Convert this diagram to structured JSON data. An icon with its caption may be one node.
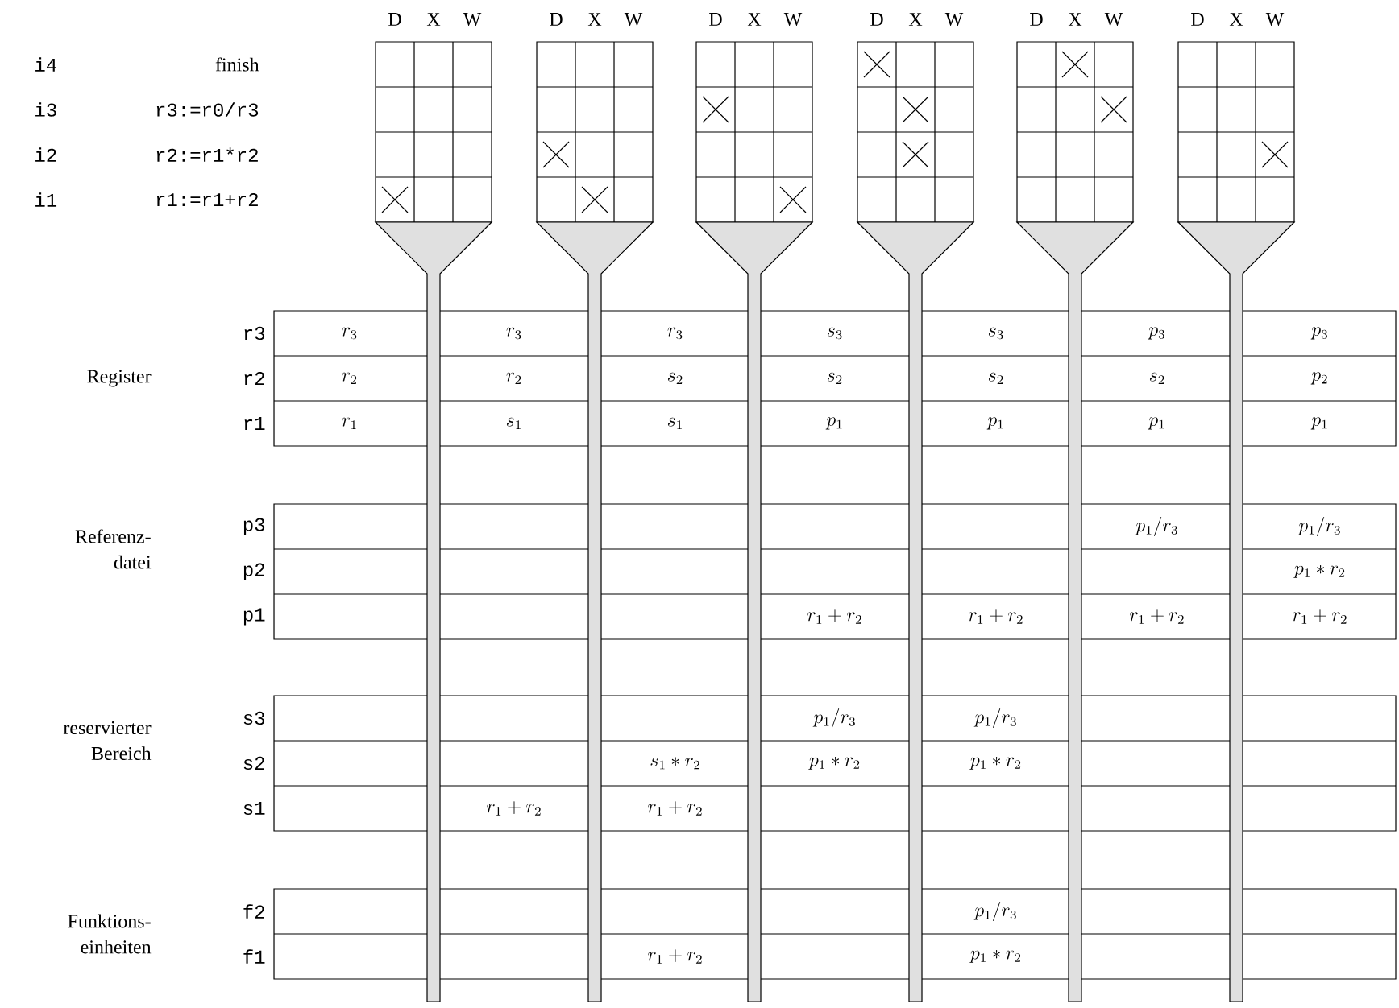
{
  "diagram": {
    "labels": [
      "D",
      "X",
      "W",
      "D",
      "X",
      "W",
      "D",
      "X",
      "W",
      "D",
      "X",
      "W",
      "D",
      "X",
      "W",
      "D",
      "X",
      "W",
      "i4",
      "finish",
      "i3",
      "r3:=r0/r3",
      "i2",
      "r2:=r1*r2",
      "i1",
      "r1:=r1+r2",
      "r3",
      "r_3",
      "r_3",
      "r_3",
      "s_3",
      "s_3",
      "p_3",
      "p_3",
      "Register",
      "r2",
      "r_2",
      "r_2",
      "s_2",
      "s_2",
      "s_2",
      "s_2",
      "p_2",
      "r1",
      "r_1",
      "s_1",
      "s_1",
      "p_1",
      "p_1",
      "p_1",
      "p_1",
      "Referenz- datei",
      "p3",
      "p_1/r_3",
      "p_1/r_3",
      "p2",
      "p_1*r_2",
      "p1",
      "r_1+r_2",
      "r_1+r_2",
      "r_1+r_2",
      "r_1+r_2",
      "reservierter Bereich",
      "s3",
      "p_1/r_3",
      "p_1/r_3",
      "s2",
      "s_1*r_2",
      "p_1*r_2",
      "p_1*r_2",
      "s1",
      "r_1+r_2",
      "r_1+r_2",
      "Funktions- einheiten",
      "f2",
      "p_1/r_3",
      "f1",
      "r_1+r_2",
      "p_1*r_2"
    ]
  }
}
